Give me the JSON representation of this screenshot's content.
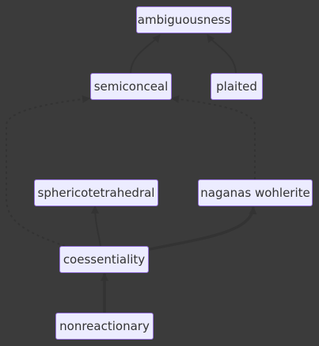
{
  "nodes": {
    "ambiguousness": "ambiguousness",
    "semiconceal": "semiconceal",
    "plaited": "plaited",
    "sphericotetrahedral": "sphericotetrahedral",
    "naganas_wohlerite": "naganas wohlerite",
    "coessentiality": "coessentiality",
    "nonreactionary": "nonreactionary"
  },
  "edges": [
    {
      "from": "semiconceal",
      "to": "ambiguousness",
      "style": "solid"
    },
    {
      "from": "plaited",
      "to": "ambiguousness",
      "style": "solid"
    },
    {
      "from": "coessentiality",
      "to": "semiconceal",
      "style": "dotted"
    },
    {
      "from": "naganas wohlerite",
      "to": "semiconceal",
      "style": "dotted"
    },
    {
      "from": "coessentiality",
      "to": "sphericotetrahedral",
      "style": "solid"
    },
    {
      "from": "coessentiality",
      "to": "naganas wohlerite",
      "style": "thick"
    },
    {
      "from": "nonreactionary",
      "to": "coessentiality",
      "style": "thick"
    }
  ],
  "colors": {
    "background": "#3b3b3b",
    "node_fill": "#ececff",
    "node_border": "#9370db",
    "edge": "#333333",
    "text": "#333333"
  }
}
